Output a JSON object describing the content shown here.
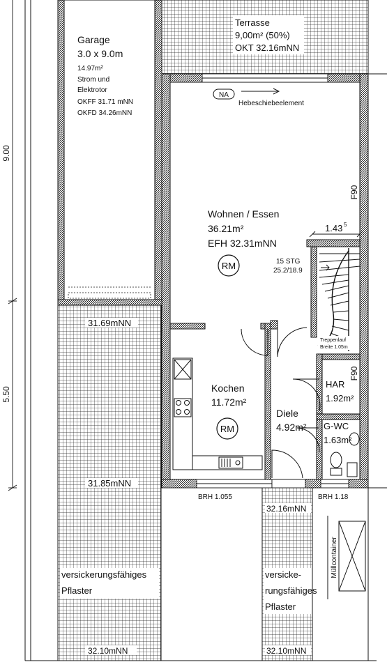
{
  "plan": {
    "garage": {
      "title": "Garage",
      "size": "3.0 x 9.0m",
      "area": "14.97m²",
      "note1": "Strom und",
      "note2": "Elektrotor",
      "okff": "OKFF 31.71 mNN",
      "okfd": "OKFD 34.26mNN"
    },
    "terrasse": {
      "title": "Terrasse",
      "area": "9,00m² (50%)",
      "level": "OKT 32.16mNN"
    },
    "door": {
      "tag": "NA",
      "label": "Hebeschiebeelement"
    },
    "wohnen": {
      "title": "Wohnen / Essen",
      "area": "36.21m²",
      "level": "EFH 32.31mNN",
      "rm": "RM"
    },
    "stairs": {
      "steps": "15 STG",
      "ratio": "25.2/18.9",
      "width_dim": "1.43",
      "width_sup": "5",
      "note1": "Treppenlauf",
      "note2": "Breite 1.05m"
    },
    "fire": {
      "label1": "F90",
      "label2": "F90"
    },
    "kochen": {
      "title": "Kochen",
      "area": "11.72m²",
      "rm": "RM"
    },
    "diele": {
      "title": "Diele",
      "area": "4.92m²"
    },
    "har": {
      "title": "HAR",
      "area": "1.92m²"
    },
    "gwc": {
      "title": "G-WC",
      "area": "1.63m²"
    },
    "dims": {
      "left_top": "9.00",
      "left_bottom": "5.50"
    },
    "levels": {
      "l1": "31.69mNN",
      "l2": "31.85mNN",
      "l3": "32.16mNN",
      "l4": "32.10mNN",
      "l5": "32.10mNN"
    },
    "brh": {
      "left": "BRH 1.055",
      "right": "BRH 1.18"
    },
    "pflaster_left": {
      "line1": "versickerungsfähiges",
      "line2": "Pflaster"
    },
    "pflaster_right": {
      "line1": "versicke-",
      "line2": "rungsfähiges",
      "line3": "Pflaster"
    },
    "muell": "Müllcontainer"
  }
}
